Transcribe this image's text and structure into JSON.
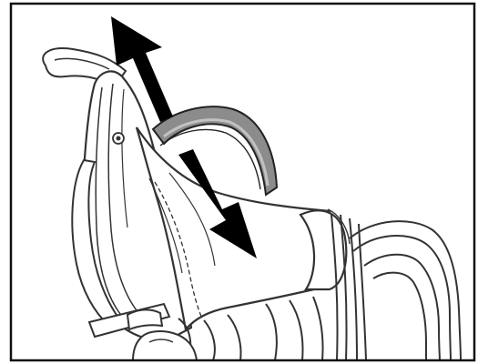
{
  "figure": {
    "subject": "backpack-frame-adjustment",
    "arrow_directions": [
      "up",
      "down"
    ],
    "colors": {
      "frame_border": "#111111",
      "line_art": "#333333",
      "pad_fill": "#8c8c8c",
      "pad_inner": "#c2c2c2",
      "arrow_fill": "#000000",
      "background": "#ffffff"
    }
  }
}
